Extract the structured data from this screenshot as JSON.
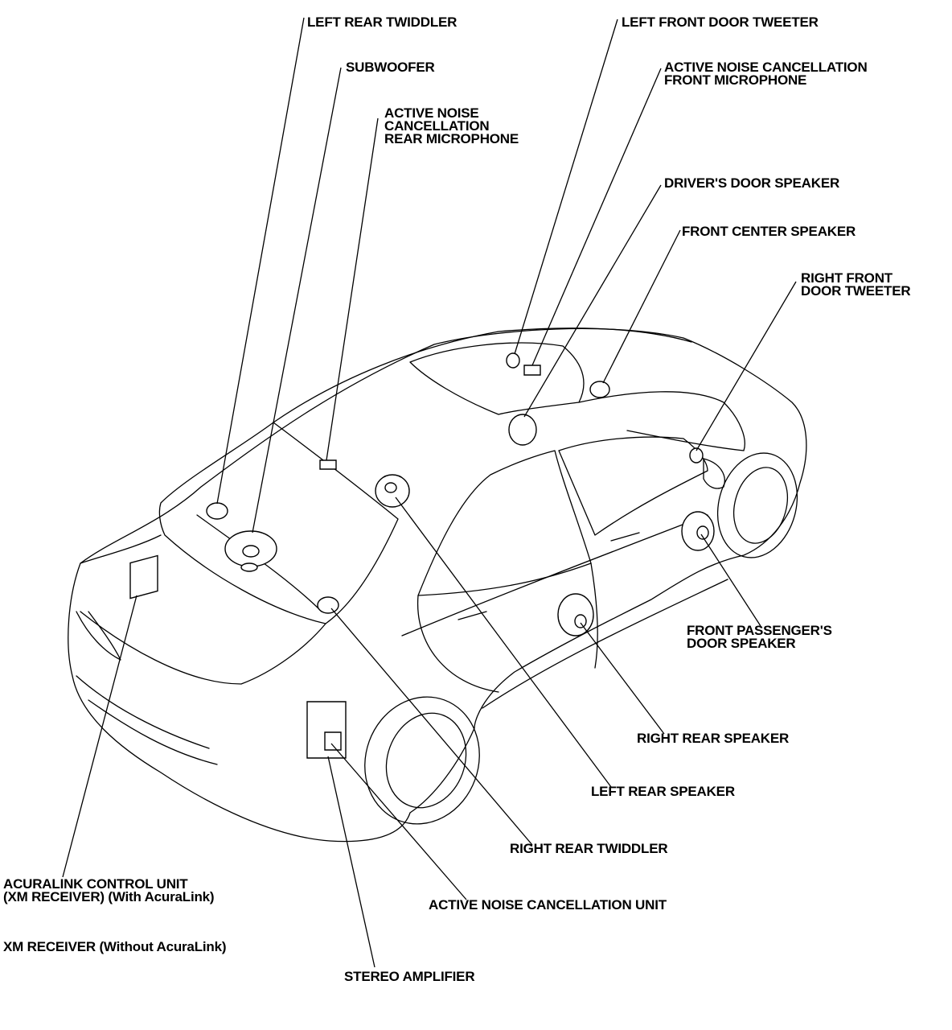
{
  "labels": {
    "left_rear_twiddler": "LEFT REAR TWIDDLER",
    "subwoofer": "SUBWOOFER",
    "anc_rear_mic": [
      "ACTIVE NOISE",
      "CANCELLATION",
      "REAR MICROPHONE"
    ],
    "left_front_door_tweeter": "LEFT FRONT DOOR TWEETER",
    "anc_front_mic": [
      "ACTIVE NOISE CANCELLATION",
      "FRONT MICROPHONE"
    ],
    "drivers_door_speaker": "DRIVER'S DOOR SPEAKER",
    "front_center_speaker": "FRONT CENTER SPEAKER",
    "right_front_door_tweeter": [
      "RIGHT FRONT",
      "DOOR TWEETER"
    ],
    "front_passengers_door_speaker": [
      "FRONT PASSENGER'S",
      "DOOR SPEAKER"
    ],
    "right_rear_speaker": "RIGHT REAR SPEAKER",
    "left_rear_speaker": "LEFT REAR SPEAKER",
    "right_rear_twiddler": "RIGHT REAR TWIDDLER",
    "acuralink_control_unit": [
      "ACURALINK CONTROL UNIT",
      "(XM RECEIVER) (With AcuraLink)"
    ],
    "anc_unit": "ACTIVE NOISE CANCELLATION UNIT",
    "xm_receiver": "XM RECEIVER (Without AcuraLink)",
    "stereo_amplifier": "STEREO AMPLIFIER"
  }
}
